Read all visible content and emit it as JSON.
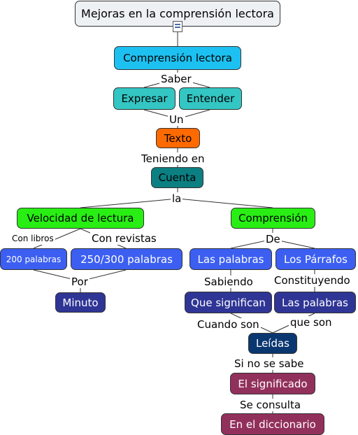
{
  "nodes": {
    "root": "Mejoras en la comprensión lectora",
    "comprension_lectora": "Comprensión lectora",
    "expresar": "Expresar",
    "entender": "Entender",
    "texto": "Texto",
    "cuenta": "Cuenta",
    "velocidad": "Velocidad de lectura",
    "comprension": "Comprensión",
    "doscientas": "200 palabras",
    "doscincuenta": "250/300 palabras",
    "minuto": "Minuto",
    "las_palabras_1": "Las palabras",
    "los_parrafos": "Los Párrafos",
    "que_significan": "Que significan",
    "las_palabras_2": "Las palabras",
    "leidas": "Leídas",
    "el_significado": "El significado",
    "en_el_diccionario": "En el diccionario"
  },
  "links": {
    "saber": "Saber",
    "un": "Un",
    "teniendo_en": "Teniendo en",
    "la": "la",
    "con_libros": "Con libros",
    "con_revistas": "Con revistas",
    "por": "Por",
    "de": "De",
    "sabiendo": "Sabiendo",
    "constituyendo": "Constituyendo",
    "cuando_son": "Cuando son",
    "que_son": "que son",
    "si_no_se_sabe": "Si no se sabe",
    "se_consulta": "Se consulta"
  },
  "colors": {
    "root": "#eef1f4",
    "cyan": "#1dc1f1",
    "teal": "#33c6c3",
    "orange": "#ff6a00",
    "dark_teal": "#0b7f82",
    "green": "#28ee14",
    "blue": "#3c5ff2",
    "navy": "#2f3595",
    "dark_navy": "#0b3770",
    "maroon": "#92305c"
  },
  "icons": {
    "resource": "document-icon"
  }
}
